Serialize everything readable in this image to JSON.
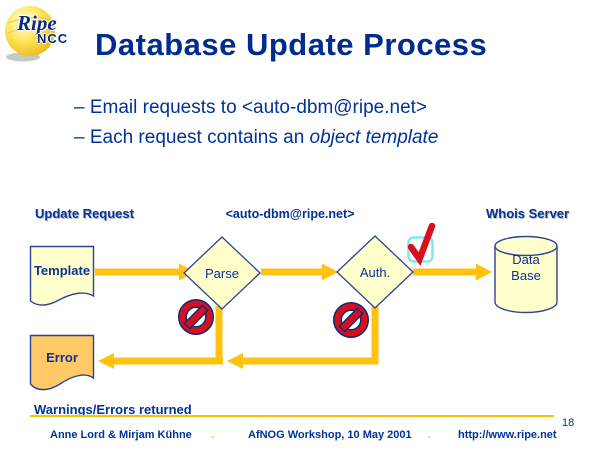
{
  "slide": {
    "logo": {
      "brand": "Ripe",
      "sub": "NCC"
    },
    "title": "Database Update Process",
    "bullets": [
      {
        "text": "– Email requests to <auto-dbm@ripe.net>",
        "italic": ""
      },
      {
        "text": "– Each request contains an ",
        "italic": "object template"
      }
    ]
  },
  "diagram": {
    "labels": {
      "update_request": "Update Request",
      "email": "<auto-dbm@ripe.net>",
      "whois": "Whois Server",
      "template": "Template",
      "parse": "Parse",
      "auth": "Auth.",
      "database_line1": "Data",
      "database_line2": "Base",
      "error": "Error",
      "warnings": "Warnings/Errors returned"
    },
    "icons": {
      "checkmark": "red-checkmark-icon",
      "no_entry_parse": "no-entry-icon",
      "no_entry_auth": "no-entry-icon"
    }
  },
  "footer": {
    "authors": "Anne Lord & Mirjam Kühne",
    "separator1": ".",
    "event": "AfNOG Workshop, 10 May 2001",
    "separator2": ".",
    "url": "http://www.ripe.net",
    "page_number": "18"
  },
  "colors": {
    "navy_text": "#003399",
    "shape_border": "#2c4398",
    "gold_arrow": "#FFC20E",
    "cream_fill": "#FFFFCC",
    "orange_fill": "#FFC966",
    "red_mark": "#D8101E",
    "cyan_box": "#7FE9F2"
  }
}
